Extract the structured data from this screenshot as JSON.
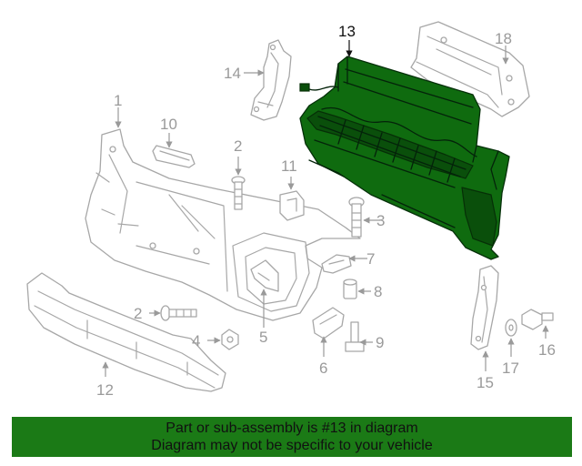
{
  "diagram": {
    "highlighted_part": "13",
    "callouts": {
      "c1": "1",
      "c2a": "2",
      "c2b": "2",
      "c3": "3",
      "c4": "4",
      "c5": "5",
      "c6": "6",
      "c7": "7",
      "c8": "8",
      "c9": "9",
      "c10": "10",
      "c11": "11",
      "c12": "12",
      "c13": "13",
      "c14": "14",
      "c15": "15",
      "c16": "16",
      "c17": "17",
      "c18": "18"
    },
    "colors": {
      "highlight": "#0f6b0f",
      "footer": "#1b7a16",
      "line": "#a7a7a7"
    }
  },
  "footer": {
    "line1": "Part or sub-assembly is #13 in diagram",
    "line2": "Diagram may not be specific to your vehicle"
  }
}
